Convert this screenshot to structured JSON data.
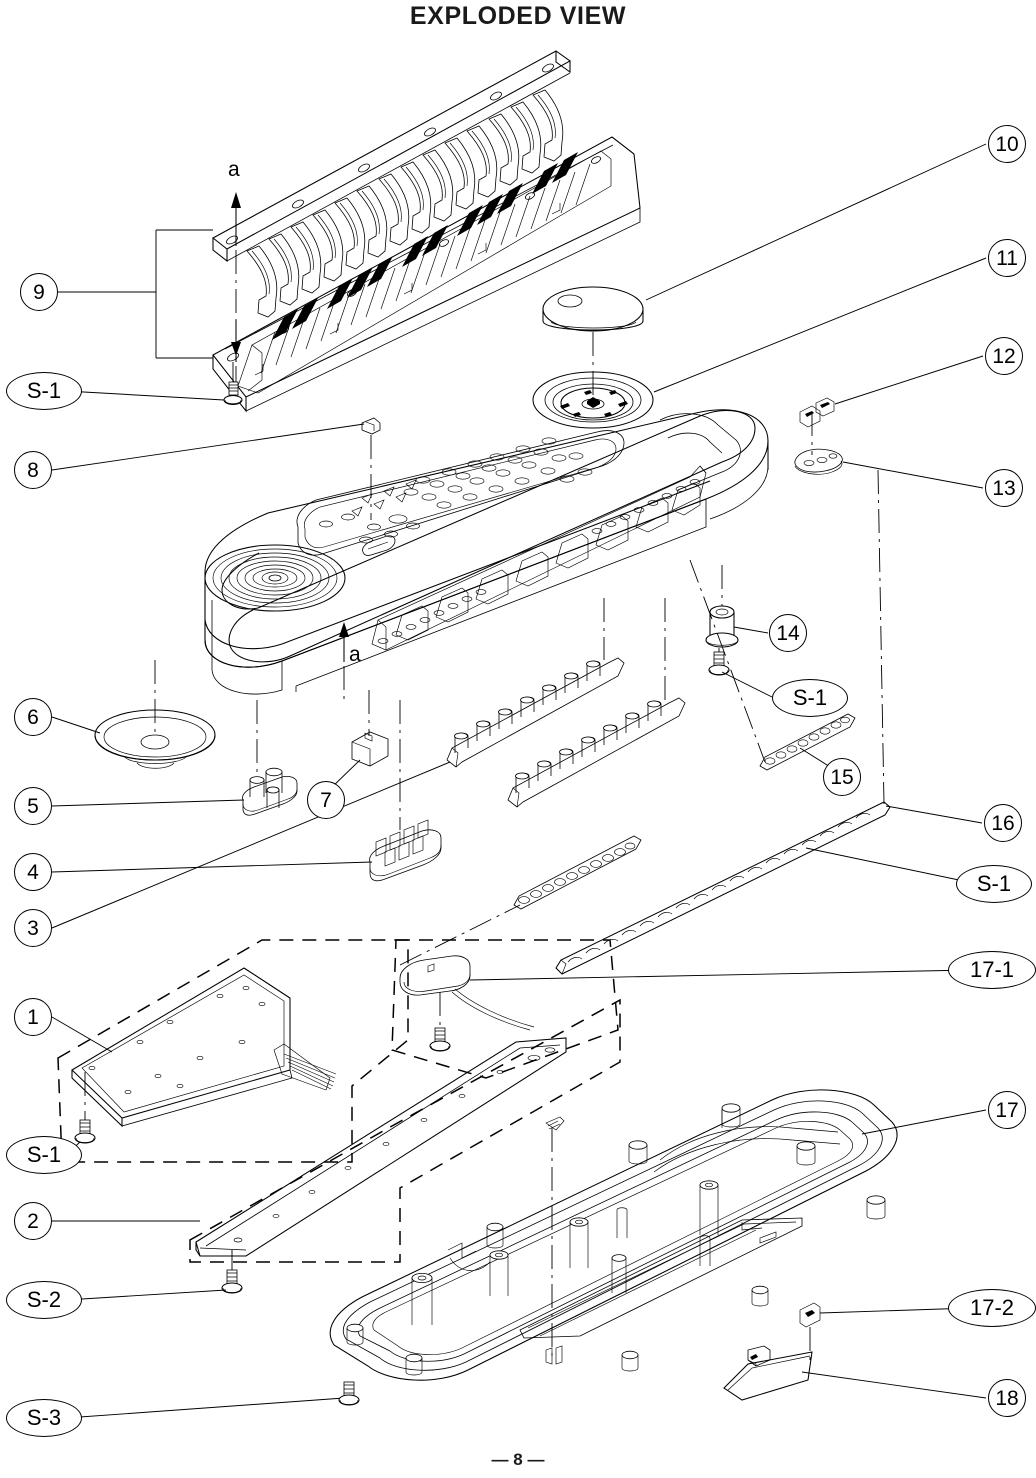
{
  "document": {
    "title": "EXPLODED VIEW",
    "page_number": "— 8 —",
    "type": "service-manual-exploded-view",
    "subject": "portable electronic keyboard"
  },
  "datum_marks": [
    {
      "label": "a",
      "position": "upper-left",
      "note": "alignment arrow between key assembly and hammer rail"
    },
    {
      "label": "a",
      "position": "mid-left",
      "note": "alignment arrow on main top cabinet"
    }
  ],
  "callouts": {
    "left": [
      {
        "id": "9",
        "label": "9",
        "shape": "circle"
      },
      {
        "id": "S-1a",
        "label": "S-1",
        "shape": "oval"
      },
      {
        "id": "8",
        "label": "8",
        "shape": "circle"
      },
      {
        "id": "6",
        "label": "6",
        "shape": "circle"
      },
      {
        "id": "5",
        "label": "5",
        "shape": "circle"
      },
      {
        "id": "4",
        "label": "4",
        "shape": "circle"
      },
      {
        "id": "3",
        "label": "3",
        "shape": "circle"
      },
      {
        "id": "1",
        "label": "1",
        "shape": "circle"
      },
      {
        "id": "S-1b",
        "label": "S-1",
        "shape": "oval"
      },
      {
        "id": "2",
        "label": "2",
        "shape": "circle"
      },
      {
        "id": "S-2",
        "label": "S-2",
        "shape": "oval"
      },
      {
        "id": "S-3",
        "label": "S-3",
        "shape": "oval"
      }
    ],
    "right": [
      {
        "id": "10",
        "label": "10",
        "shape": "circle"
      },
      {
        "id": "11",
        "label": "11",
        "shape": "circle"
      },
      {
        "id": "12",
        "label": "12",
        "shape": "circle"
      },
      {
        "id": "13",
        "label": "13",
        "shape": "circle"
      },
      {
        "id": "16",
        "label": "16",
        "shape": "circle"
      },
      {
        "id": "S-1d",
        "label": "S-1",
        "shape": "oval"
      },
      {
        "id": "17-1",
        "label": "17-1",
        "shape": "oval"
      },
      {
        "id": "17",
        "label": "17",
        "shape": "circle"
      },
      {
        "id": "17-2",
        "label": "17-2",
        "shape": "oval"
      },
      {
        "id": "18",
        "label": "18",
        "shape": "circle"
      }
    ],
    "interior": [
      {
        "id": "14",
        "label": "14",
        "shape": "circle"
      },
      {
        "id": "S-1c",
        "label": "S-1",
        "shape": "oval"
      },
      {
        "id": "15",
        "label": "15",
        "shape": "circle"
      },
      {
        "id": "7",
        "label": "7",
        "shape": "circle"
      }
    ]
  },
  "colors": {
    "line": "#000000",
    "background": "#ffffff",
    "text": "#1a1a1a"
  }
}
